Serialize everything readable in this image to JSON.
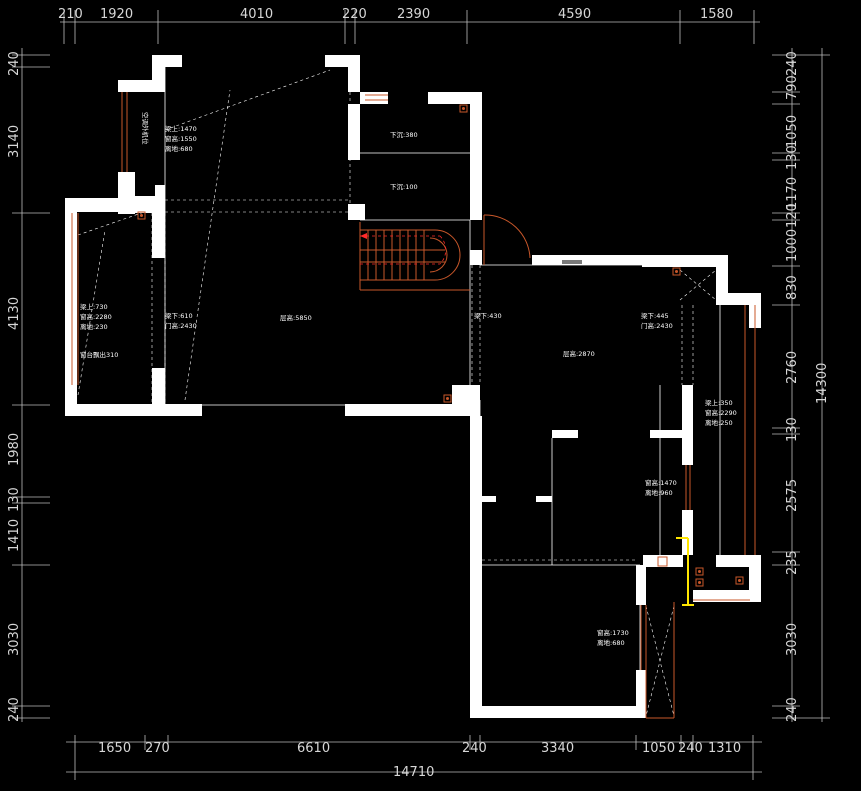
{
  "colors": {
    "background": "#000000",
    "wall": "#ffffff",
    "dimension": "#d7d7d7",
    "window": "#c8572a",
    "accent": "#ffe600"
  },
  "dimensions": {
    "top": [
      "210",
      "1920",
      "4010",
      "220",
      "2390",
      "4590",
      "1580"
    ],
    "bottom_inner": [
      "1650",
      "270",
      "6610",
      "240",
      "3340",
      "1050",
      "240",
      "1310"
    ],
    "bottom_total": "14710",
    "left": [
      "240",
      "3140",
      "4130",
      "1980",
      "130",
      "1410",
      "3030",
      "240"
    ],
    "right": [
      "790",
      "240",
      "1050",
      "130",
      "1170",
      "120",
      "1000",
      "830",
      "2760",
      "130",
      "2575",
      "235",
      "3030",
      "240"
    ],
    "right_total": "14300"
  },
  "labels": {
    "beam_1470": "梁上:1470",
    "win_h_1550": "窗高:1550",
    "sill_680_a": "离地:680",
    "vertical_text": "空调外机位",
    "drop_380": "下沉:380",
    "drop_100": "下沉:100",
    "beam_730": "梁上:730",
    "win_h_2280": "窗高:2280",
    "sill_230": "离地:230",
    "bay_310": "窗台飘出310",
    "beam_610": "梁下:610",
    "door_2430_a": "门高:2430",
    "ceiling_5850": "层高:5850",
    "beam_430": "梁下:430",
    "beam_445": "梁下:445",
    "door_2430_b": "门高:2430",
    "ceiling_2870": "层高:2870",
    "beam_350": "梁上:350",
    "win_h_2290": "窗高:2290",
    "sill_250": "离地:250",
    "win_h_1470": "窗高:1470",
    "sill_960": "离地:960",
    "win_h_1730": "窗高:1730",
    "sill_680_b": "离地:680"
  }
}
